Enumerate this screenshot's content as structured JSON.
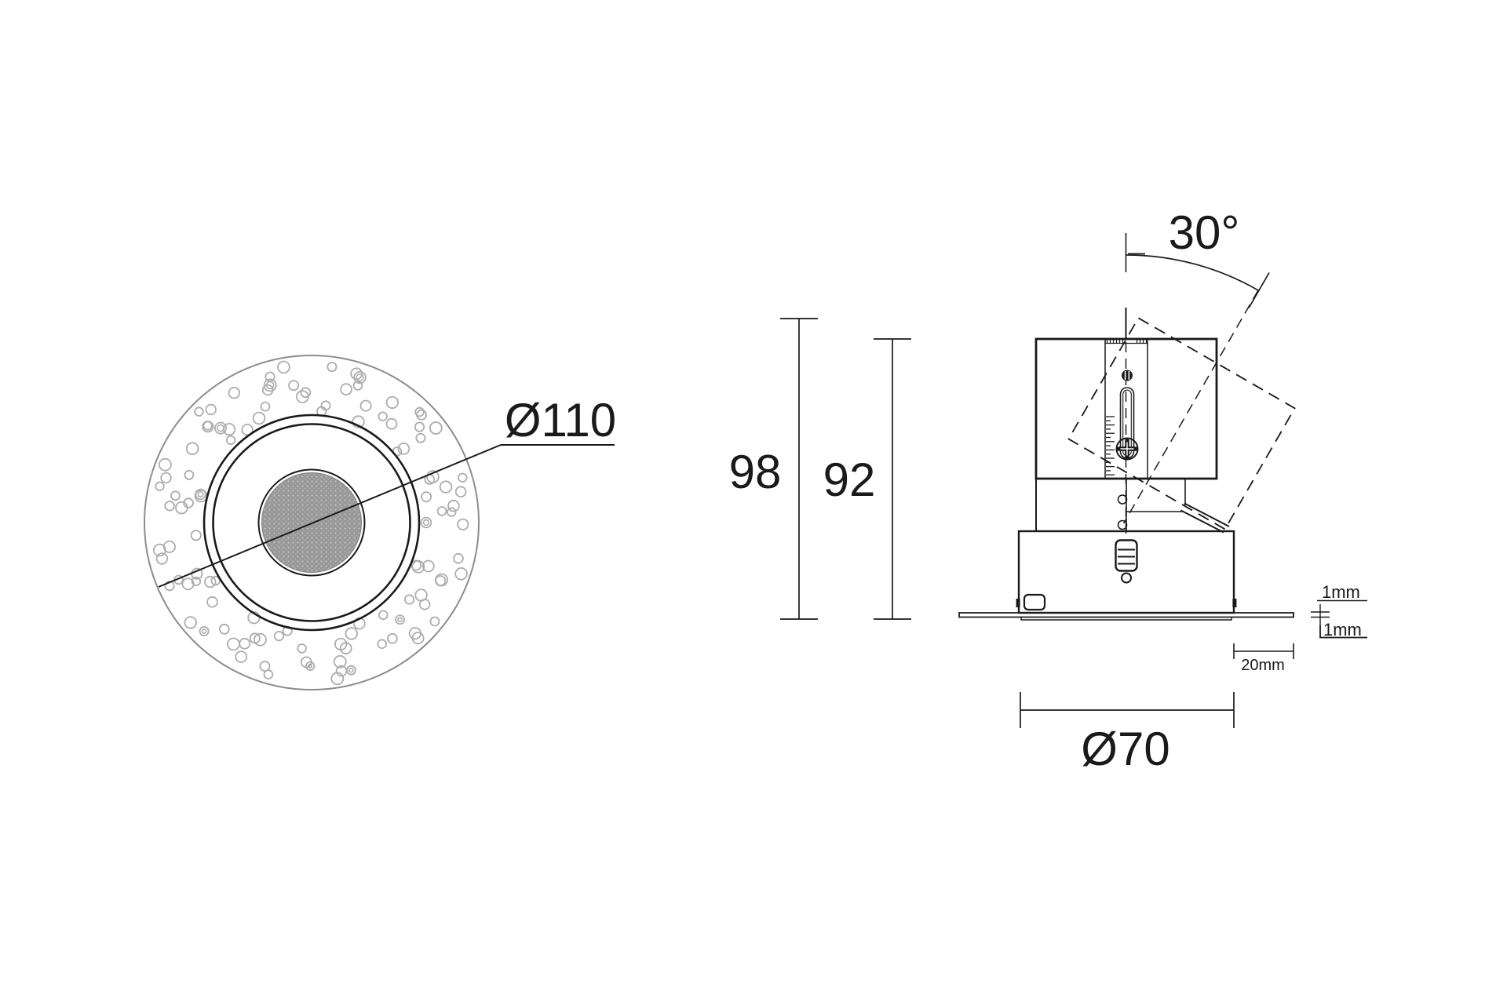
{
  "drawing": {
    "front_view": {
      "trim_diameter_label": "Ø110"
    },
    "side_view": {
      "tilt_angle_label": "30°",
      "overall_height_label": "98",
      "recessed_height_label": "92",
      "cutout_diameter_label": "Ø70",
      "flange_overhang_label": "20mm",
      "trim_edge_top_label": "1mm",
      "trim_edge_bottom_label": "1mm"
    },
    "colors": {
      "line": "#1a1a1a",
      "construction_gray": "#8d8d8d",
      "perforation_gray": "#adadad",
      "lens_gray": "#9a9a9a"
    }
  }
}
